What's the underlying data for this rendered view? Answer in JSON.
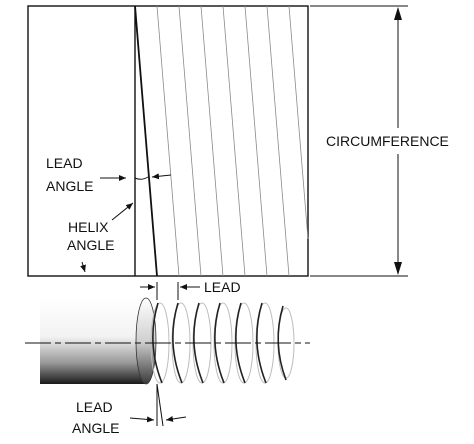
{
  "labels": {
    "circumference": "CIRCUMFERENCE",
    "lead_angle_top_line1": "LEAD",
    "lead_angle_top_line2": "ANGLE",
    "helix_angle_line1": "HELIX",
    "helix_angle_line2": "ANGLE",
    "lead": "LEAD",
    "lead_angle_bottom_line1": "LEAD",
    "lead_angle_bottom_line2": "ANGLE"
  }
}
